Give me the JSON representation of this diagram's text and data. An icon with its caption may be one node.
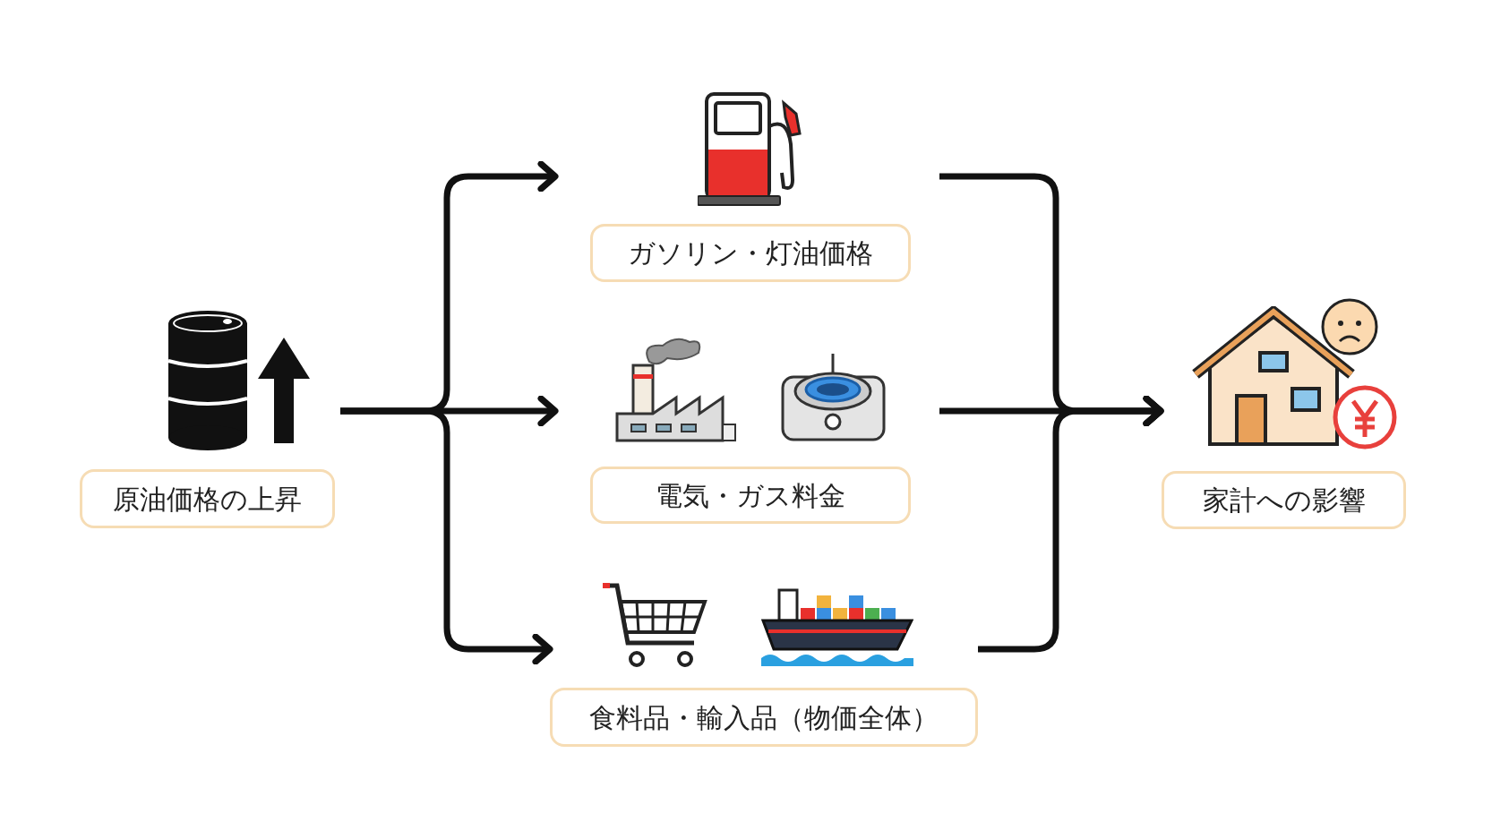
{
  "diagram": {
    "nodes": [
      {
        "text": [
          "原油価格の上昇"
        ]
      },
      {
        "text": [
          "ガソリン・灯油価格"
        ]
      },
      {
        "text": [
          "電気・ガス料金"
        ]
      },
      {
        "text": [
          "食料品・輸入品（物価全体）"
        ]
      },
      {
        "text": [
          "家計への影響"
        ]
      }
    ],
    "edges": [
      {
        "from": 0,
        "to": 1,
        "arrow": "to"
      },
      {
        "from": 0,
        "to": 2,
        "arrow": "to"
      },
      {
        "from": 0,
        "to": 3,
        "arrow": "to"
      },
      {
        "from": 1,
        "to": 4,
        "arrow": "to"
      },
      {
        "from": 2,
        "to": 4,
        "arrow": "to"
      },
      {
        "from": 3,
        "to": 4,
        "arrow": "to"
      }
    ]
  }
}
